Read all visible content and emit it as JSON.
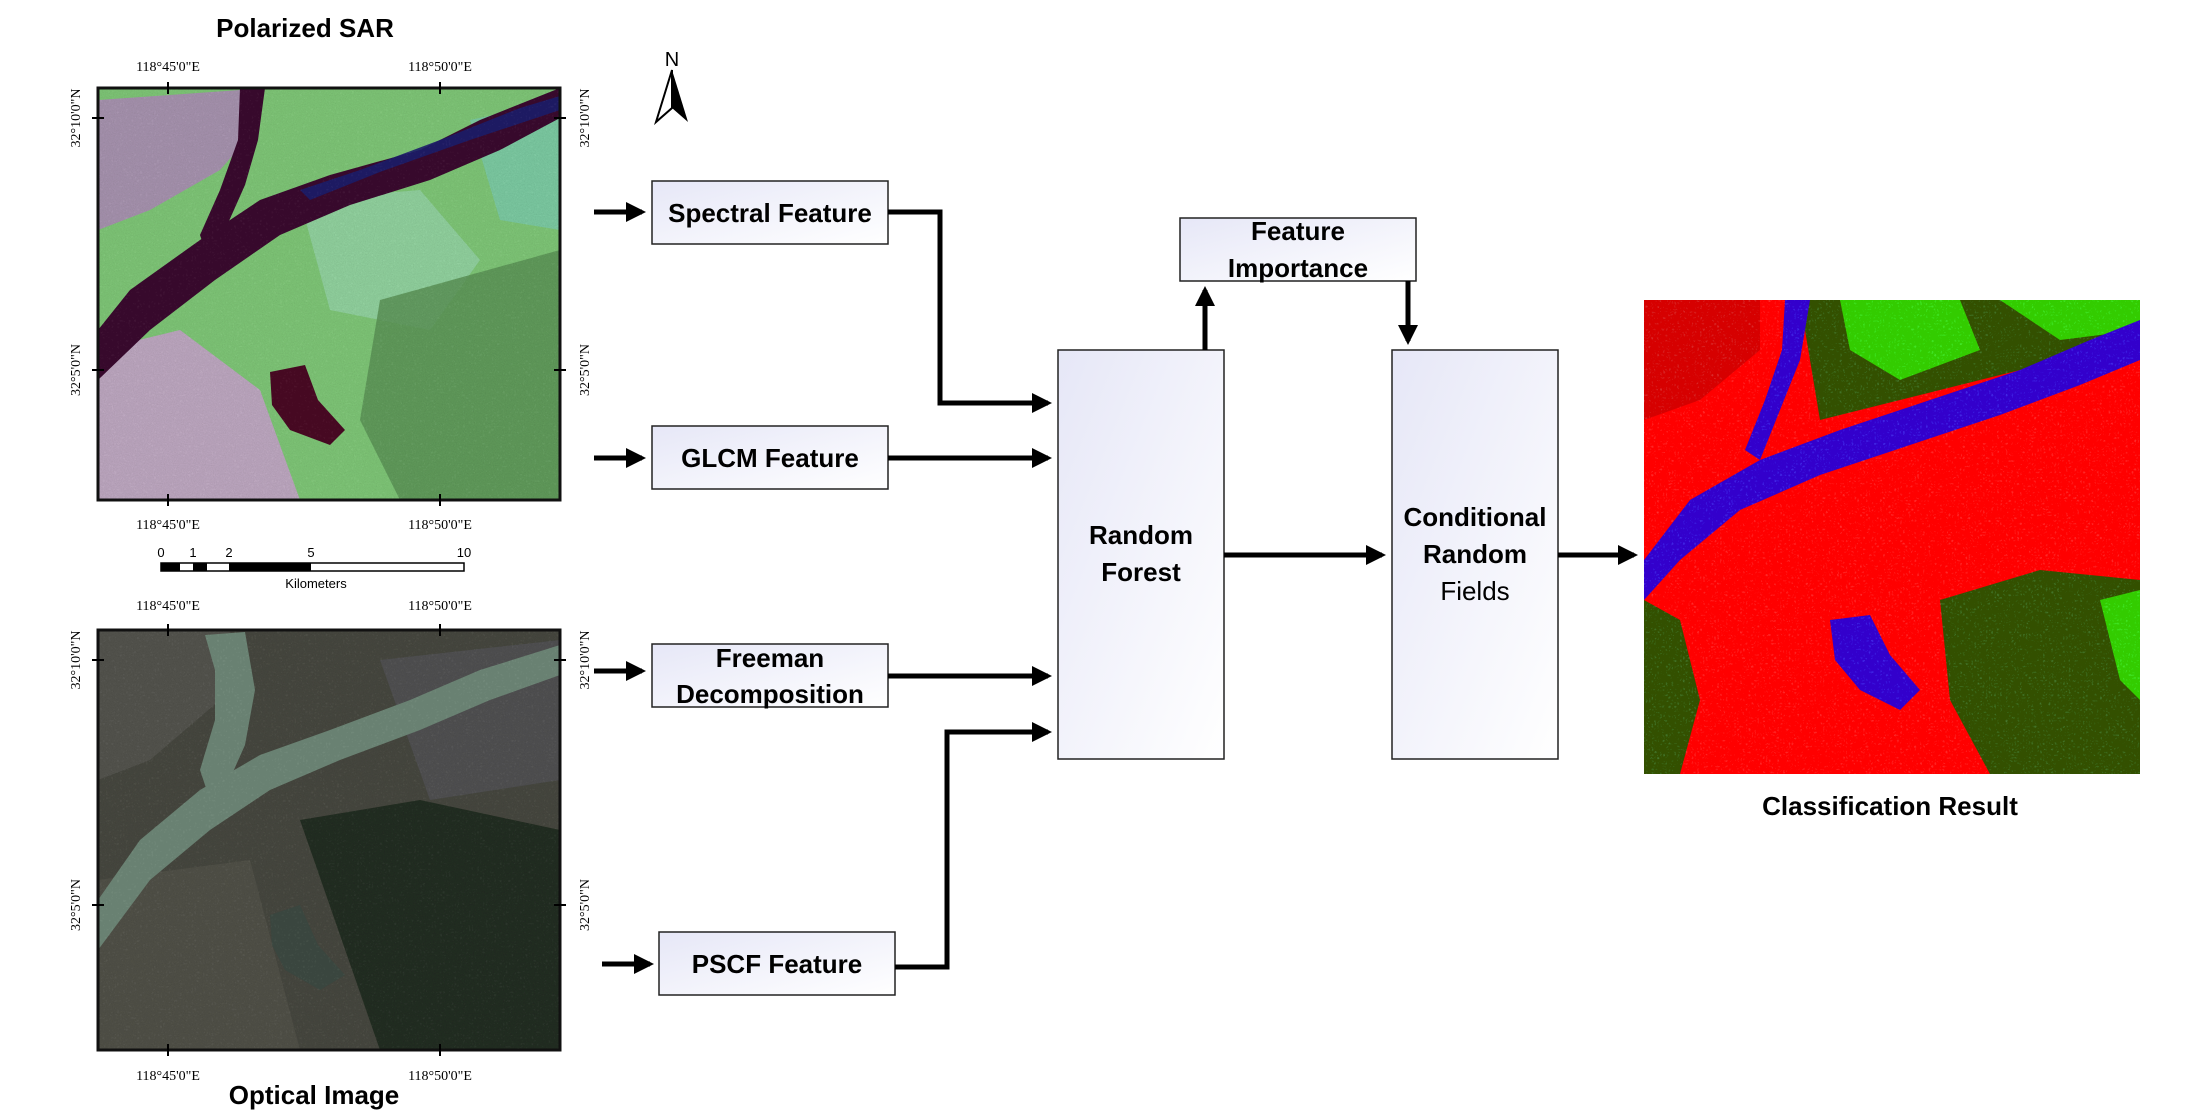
{
  "titles": {
    "sar": "Polarized SAR",
    "optical": "Optical Image",
    "result": "Classification Result"
  },
  "coords": {
    "lon_left": "118°45'0\"E",
    "lon_right": "118°50'0\"E",
    "lat_top": "32°10'0\"N",
    "lat_bottom": "32°5'0\"N"
  },
  "north_label": "N",
  "scalebar": {
    "ticks": [
      "0",
      "1",
      "2",
      "5",
      "10"
    ],
    "unit": "Kilometers"
  },
  "boxes": {
    "spectral": "Spectral Feature",
    "glcm": "GLCM Feature",
    "freeman": [
      "Freeman",
      "Decomposition"
    ],
    "pscf": "PSCF Feature",
    "importance": [
      "Feature",
      "Importance"
    ],
    "random_forest": [
      "Random",
      "Forest"
    ],
    "crf": [
      "Conditional",
      "Random",
      "Fields"
    ]
  },
  "colors": {
    "sar_green": "#6fbf6a",
    "river_sar": "#3a0a2e",
    "river_optical": "#6f8878",
    "optical_dark": "#3b3d36",
    "class_red": "#ff0000",
    "class_blue": "#0000ff",
    "class_green": "#00ff00",
    "class_darkgreen": "#006400"
  }
}
